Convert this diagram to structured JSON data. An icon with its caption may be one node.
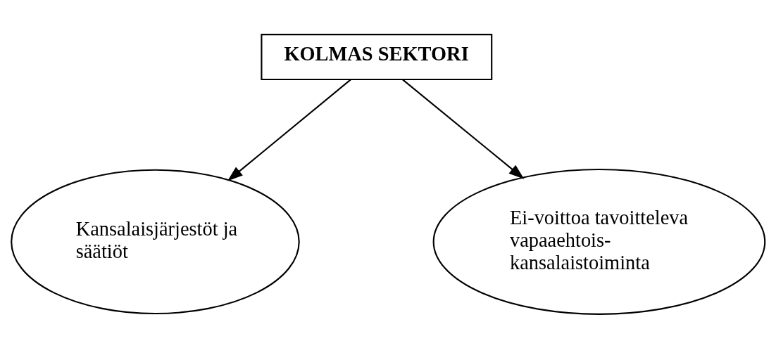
{
  "diagram": {
    "nodes": [
      {
        "text": [
          "KOLMAS SEKTORI"
        ]
      },
      {
        "text": [
          "Kansalaisjärjestöt ja säätiöt"
        ]
      },
      {
        "text": [
          "Ei-voittoa tavoitteleva vapaaehtois- kansalaistoiminta"
        ]
      }
    ],
    "edges": [
      {
        "from": 0,
        "to": 1,
        "arrow": "to"
      },
      {
        "from": 0,
        "to": 2,
        "arrow": "to"
      }
    ]
  }
}
